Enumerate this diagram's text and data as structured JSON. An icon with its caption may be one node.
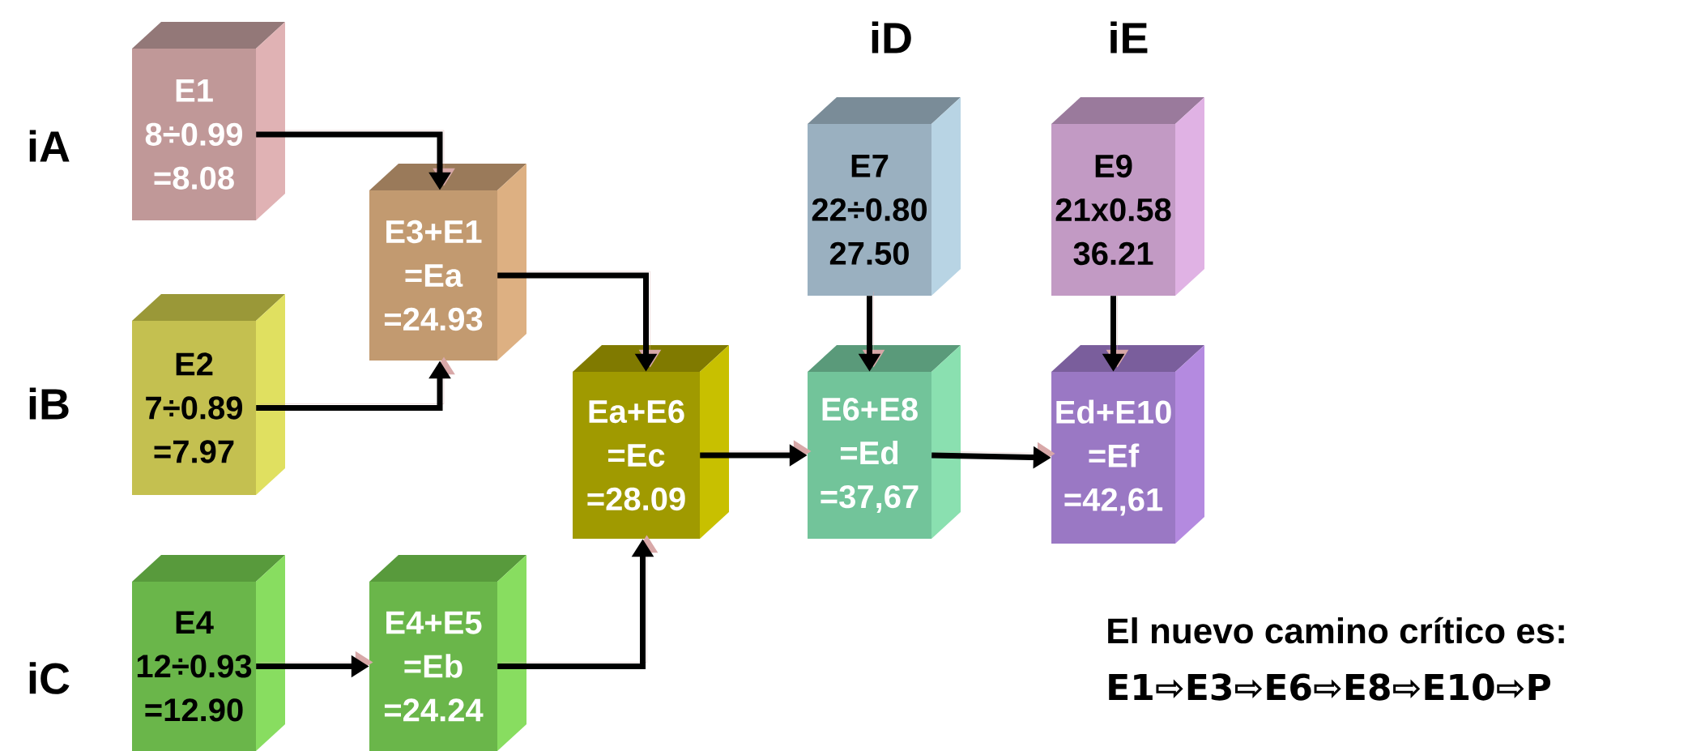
{
  "diagram": {
    "nodes": [
      {
        "text": [
          "E1",
          "8÷0.99",
          "=8.08"
        ]
      },
      {
        "text": [
          "E3+E1",
          "=Ea",
          "=24.93"
        ]
      },
      {
        "text": [
          "E2",
          "7÷0.89",
          "=7.97"
        ]
      },
      {
        "text": [
          "Ea+E6",
          "=Ec",
          "=28.09"
        ]
      },
      {
        "text": [
          "E4",
          "12÷0.93",
          "=12.90"
        ]
      },
      {
        "text": [
          "E4+E5",
          "=Eb",
          "=24.24"
        ]
      },
      {
        "text": [
          "E7",
          "22÷0.80",
          "27.50"
        ]
      },
      {
        "text": [
          "E6+E8",
          "=Ed",
          "=37,67"
        ]
      },
      {
        "text": [
          "E9",
          "21x0.58",
          "36.21"
        ]
      },
      {
        "text": [
          "Ed+E10",
          "=Ef",
          "=42,61"
        ]
      }
    ],
    "edges": [
      {
        "from": 0,
        "to": 1,
        "arrow": "to"
      },
      {
        "from": 2,
        "to": 1,
        "arrow": "to"
      },
      {
        "from": 1,
        "to": 3,
        "arrow": "to"
      },
      {
        "from": 4,
        "to": 5,
        "arrow": "to"
      },
      {
        "from": 5,
        "to": 3,
        "arrow": "to"
      },
      {
        "from": 3,
        "to": 7,
        "arrow": "to"
      },
      {
        "from": 6,
        "to": 7,
        "arrow": "to"
      },
      {
        "from": 7,
        "to": 9,
        "arrow": "to"
      },
      {
        "from": 8,
        "to": 9,
        "arrow": "to"
      }
    ],
    "labels": [
      "iD",
      "iE",
      "iA",
      "iB",
      "iC",
      "El nuevo camino crítico es:",
      "E1⇨E3⇨E6⇨E8⇨E10⇨P"
    ]
  }
}
